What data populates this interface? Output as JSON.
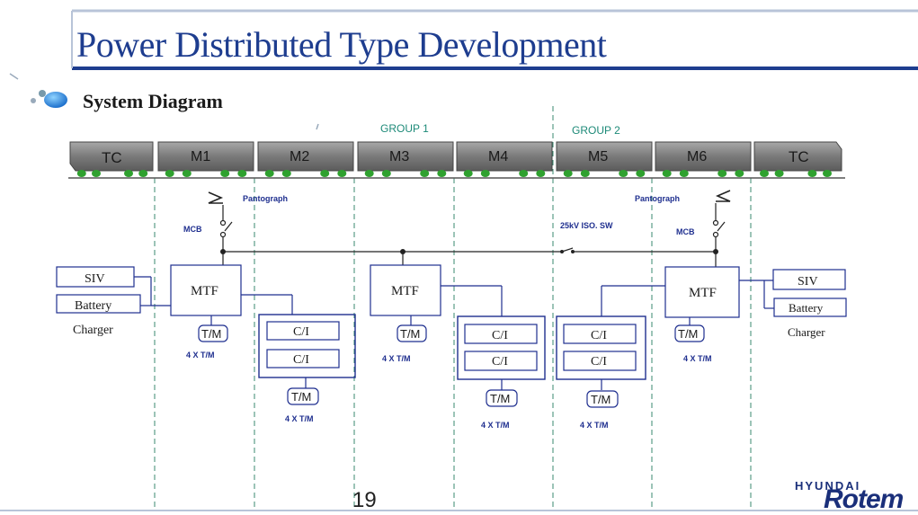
{
  "header": {
    "title": "Power Distributed Type Development",
    "subtitle": "System Diagram"
  },
  "groups": [
    "GROUP 1",
    "GROUP 2"
  ],
  "cars": [
    "TC",
    "M1",
    "M2",
    "M3",
    "M4",
    "M5",
    "M6",
    "TC"
  ],
  "labels": {
    "pantograph": "Pantograph",
    "mcb": "MCB",
    "iso_switch": "25kV ISO. SW",
    "siv": "SIV",
    "battery": "Battery",
    "charger": "Charger",
    "mtf": "MTF",
    "tm": "T/M",
    "ci": "C/I",
    "tm_count": "4 X T/M"
  },
  "footer": {
    "page_number": "19",
    "logo_top": "HYUNDAI",
    "logo_main": "Rotem"
  },
  "colors": {
    "title": "#1e3d8f",
    "line_blue": "#1f2f8f",
    "dash": "#3a8a6f",
    "wheel": "#2fa12f",
    "car_body": "#7d7d7d",
    "logo": "#1a2f7a"
  }
}
